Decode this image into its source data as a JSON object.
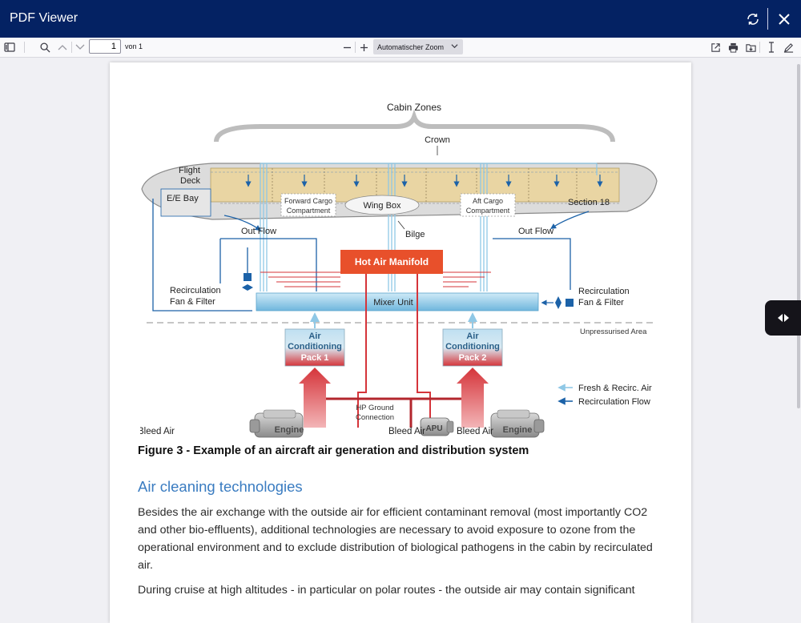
{
  "app": {
    "title": "PDF Viewer"
  },
  "toolbar": {
    "page_number": "1",
    "page_of": "von 1",
    "zoom_label": "Automatischer Zoom"
  },
  "figure": {
    "cabin_zones": "Cabin Zones",
    "crown": "Crown",
    "flight_deck": [
      "Flight",
      "Deck"
    ],
    "ee_bay": "E/E Bay",
    "forward_cargo": [
      "Forward Cargo",
      "Compartment"
    ],
    "wing_box": "Wing Box",
    "aft_cargo": [
      "Aft Cargo",
      "Compartment"
    ],
    "section_18": "Section 18",
    "bilge": "Bilge",
    "out_flow_left": "Out Flow",
    "out_flow_right": "Out Flow",
    "hot_air_manifold": "Hot Air Manifold",
    "recirc_left": [
      "Recirculation",
      "Fan & Filter"
    ],
    "recirc_right": [
      "Recirculation",
      "Fan & Filter"
    ],
    "mixer_unit": "Mixer Unit",
    "unpressurised": "Unpressurised Area",
    "pack1": [
      "Air",
      "Conditioning",
      "Pack 1"
    ],
    "pack2": [
      "Air",
      "Conditioning",
      "Pack 2"
    ],
    "legend_fresh": "Fresh & Recirc. Air",
    "legend_recirc": "Recirculation Flow",
    "engine_left": "Engine",
    "engine_right": "Engine",
    "hp_ground": [
      "HP Ground",
      "Connection"
    ],
    "apu": "APU",
    "bleed_left": "Bleed Air",
    "bleed_center": "Bleed Air",
    "bleed_right": "Bleed Air",
    "colors": {
      "fuselage_fill": "#e9d5a3",
      "duct_blue": "#1c62a8",
      "light_blue": "#8fc8e6",
      "hot_red": "#d5343a",
      "manifold_orange": "#e8502b"
    }
  },
  "document": {
    "caption": "Figure 3 - Example of an aircraft air generation and distribution system",
    "heading": "Air cleaning technologies",
    "para1_lines": [
      "Besides the air exchange with the outside air for efficient contaminant removal (most importantly CO2",
      "and other bio-effluents), additional technologies are necessary to avoid exposure to ozone from the",
      "operational environment and to exclude distribution of biological pathogens in the cabin by recirculated",
      "air."
    ],
    "para2_line": "During cruise at high altitudes - in particular on polar routes - the outside air may contain significant"
  }
}
